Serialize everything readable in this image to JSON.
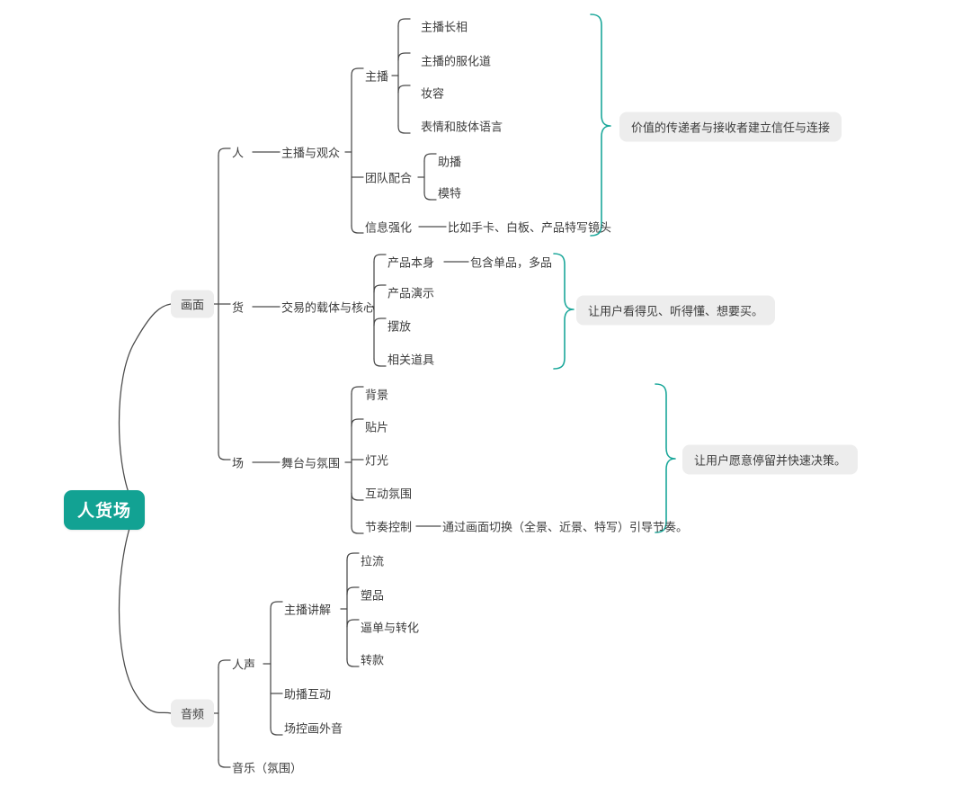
{
  "diagram": {
    "type": "mindmap",
    "title": "人货场",
    "colors": {
      "root_fill": "#12a293",
      "root_text": "#ffffff",
      "pill_fill": "#ededed",
      "text": "#3c3c3c",
      "wire": "#4a4a4a",
      "bracket_accent": "#1aa79a",
      "background": "#ffffff"
    },
    "root": {
      "label": "人货场"
    },
    "branches": [
      {
        "label": "画面",
        "children": [
          {
            "label": "人",
            "detail": "主播与观众",
            "note": "价值的传递者与接收者建立信任与连接",
            "groups": [
              {
                "label": "主播",
                "items": [
                  "主播长相",
                  "主播的服化道",
                  "妆容",
                  "表情和肢体语言"
                ]
              },
              {
                "label": "团队配合",
                "items": [
                  "助播",
                  "模特"
                ]
              },
              {
                "label": "信息强化",
                "detail": "比如手卡、白板、产品特写镜头",
                "items": []
              }
            ]
          },
          {
            "label": "货",
            "detail": "交易的载体与核心",
            "note": "让用户看得见、听得懂、想要买。",
            "items": [
              {
                "label": "产品本身",
                "detail": "包含单品，多品"
              },
              {
                "label": "产品演示",
                "detail": ""
              },
              {
                "label": "摆放",
                "detail": ""
              },
              {
                "label": "相关道具",
                "detail": ""
              }
            ]
          },
          {
            "label": "场",
            "detail": "舞台与氛围",
            "note": "让用户愿意停留并快速决策。",
            "items": [
              {
                "label": "背景",
                "detail": ""
              },
              {
                "label": "贴片",
                "detail": ""
              },
              {
                "label": "灯光",
                "detail": ""
              },
              {
                "label": "互动氛围",
                "detail": ""
              },
              {
                "label": "节奏控制",
                "detail": "通过画面切换（全景、近景、特写）引导节奏。"
              }
            ]
          }
        ]
      },
      {
        "label": "音频",
        "children": [
          {
            "label": "人声",
            "groups": [
              {
                "label": "主播讲解",
                "items": [
                  "拉流",
                  "塑品",
                  "逼单与转化",
                  "转款"
                ]
              },
              {
                "label": "助播互动",
                "items": []
              },
              {
                "label": "场控画外音",
                "items": []
              }
            ]
          },
          {
            "label": "音乐（氛围）",
            "groups": []
          }
        ]
      }
    ]
  }
}
